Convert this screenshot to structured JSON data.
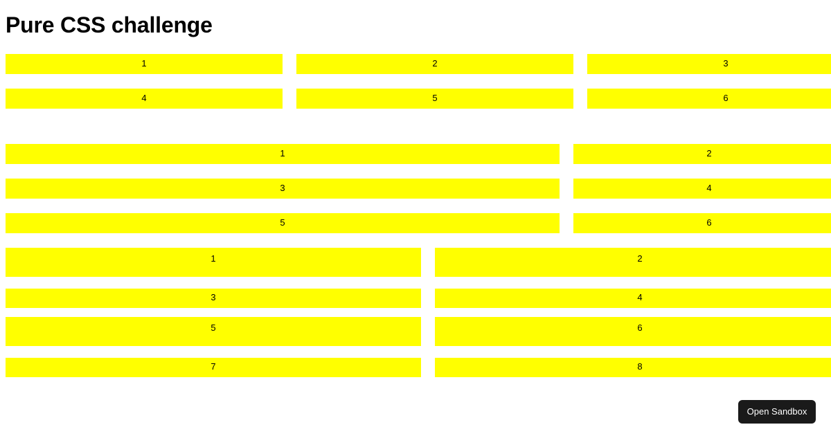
{
  "page": {
    "title": "Pure CSS challenge",
    "background_color": "#ffffff",
    "accent_color": "#ffff00",
    "text_color": "#000000"
  },
  "section_three_column": {
    "name": "three-column-grid",
    "columns": 3,
    "items": [
      {
        "label": "1"
      },
      {
        "label": "2"
      },
      {
        "label": "3"
      },
      {
        "label": "4"
      },
      {
        "label": "5"
      },
      {
        "label": "6"
      }
    ]
  },
  "section_wide_column": {
    "name": "wide-narrow-grid",
    "columns": 2,
    "items": [
      {
        "label": "1"
      },
      {
        "label": "2"
      },
      {
        "label": "3"
      },
      {
        "label": "4"
      },
      {
        "label": "5"
      },
      {
        "label": "6"
      }
    ]
  },
  "section_two_column": {
    "name": "two-column-varied-height-grid",
    "columns": 2,
    "items": [
      {
        "label": "1",
        "size": "tall"
      },
      {
        "label": "2",
        "size": "tall"
      },
      {
        "label": "3",
        "size": "short"
      },
      {
        "label": "4",
        "size": "short"
      },
      {
        "label": "5",
        "size": "tall"
      },
      {
        "label": "6",
        "size": "tall"
      },
      {
        "label": "7",
        "size": "short"
      },
      {
        "label": "8",
        "size": "short"
      }
    ]
  },
  "sandbox_button": {
    "label": "Open Sandbox",
    "background_color": "#1a1a1a",
    "text_color": "#ffffff"
  }
}
